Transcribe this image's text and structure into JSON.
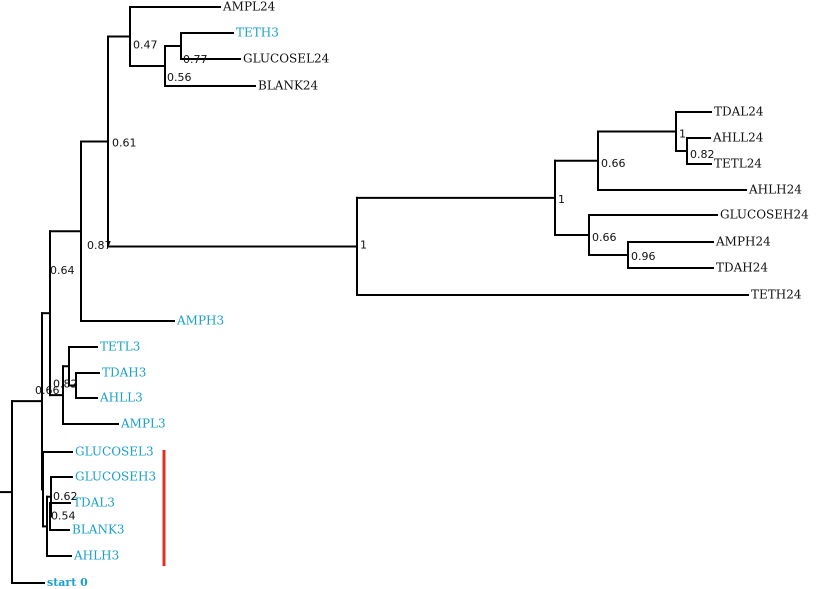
{
  "colors": {
    "black": "#111111",
    "blue": "#1aa0cc",
    "marker": "#e0301e"
  },
  "tree": {
    "leaves": [
      {
        "id": "AMPL24",
        "label": "AMPL24",
        "color": "black"
      },
      {
        "id": "TETH3",
        "label": "TETH3",
        "color": "blue"
      },
      {
        "id": "GLUCOSEL24",
        "label": "GLUCOSEL24",
        "color": "black"
      },
      {
        "id": "BLANK24",
        "label": "BLANK24",
        "color": "black"
      },
      {
        "id": "TDAL24",
        "label": "TDAL24",
        "color": "black"
      },
      {
        "id": "AHLL24",
        "label": "AHLL24",
        "color": "black"
      },
      {
        "id": "TETL24",
        "label": "TETL24",
        "color": "black"
      },
      {
        "id": "AHLH24",
        "label": "AHLH24",
        "color": "black"
      },
      {
        "id": "GLUCOSEH24",
        "label": "GLUCOSEH24",
        "color": "black"
      },
      {
        "id": "AMPH24",
        "label": "AMPH24",
        "color": "black"
      },
      {
        "id": "TDAH24",
        "label": "TDAH24",
        "color": "black"
      },
      {
        "id": "TETH24",
        "label": "TETH24",
        "color": "black"
      },
      {
        "id": "AMPH3",
        "label": "AMPH3",
        "color": "blue"
      },
      {
        "id": "TETL3",
        "label": "TETL3",
        "color": "blue"
      },
      {
        "id": "TDAH3",
        "label": "TDAH3",
        "color": "blue"
      },
      {
        "id": "AHLL3",
        "label": "AHLL3",
        "color": "blue"
      },
      {
        "id": "AMPL3",
        "label": "AMPL3",
        "color": "blue"
      },
      {
        "id": "GLUCOSEL3",
        "label": "GLUCOSEL3",
        "color": "blue"
      },
      {
        "id": "GLUCOSEH3",
        "label": "GLUCOSEH3",
        "color": "blue"
      },
      {
        "id": "TDAL3",
        "label": "TDAL3",
        "color": "blue"
      },
      {
        "id": "BLANK3",
        "label": "BLANK3",
        "color": "blue"
      },
      {
        "id": "AHLH3",
        "label": "AHLH3",
        "color": "blue"
      },
      {
        "id": "start0",
        "label": "start 0",
        "color": "blue"
      }
    ],
    "support_values": {
      "n_teth3_gluc": "0.77",
      "n_teth3_gluc_blank": "0.56",
      "n_ampl24_group": "0.47",
      "n_l24_group": "0.61",
      "n_ahll_tetl": "0.82",
      "n_tdal_ahll_tetl": "1",
      "n_l24_ahlh": "0.66",
      "n_amph_tdah": "0.96",
      "n_gluch_amph_tdah": "0.66",
      "n_h24_inner": "1",
      "n_24_all": "1",
      "n_upper": "0.87",
      "n_amph3": "0.64",
      "n_tdah_ahll3": "0.82",
      "n_3_mid": "0.66",
      "n_tdal3": "0.62",
      "n_blank3": "0.54"
    }
  }
}
